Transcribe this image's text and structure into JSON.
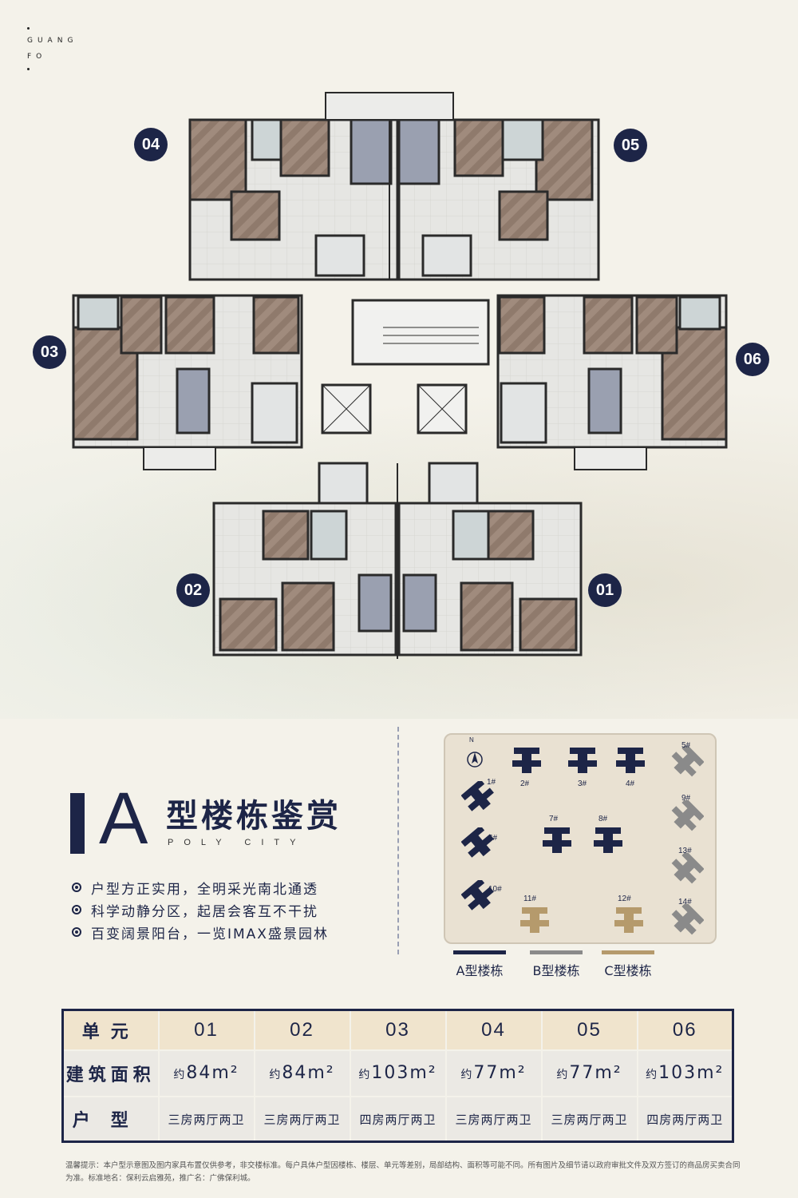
{
  "brand": {
    "line1": "GUANG",
    "line2": "FO"
  },
  "units": [
    "01",
    "02",
    "03",
    "04",
    "05",
    "06"
  ],
  "title": {
    "letter": "A",
    "main": "型楼栋鉴赏",
    "sub": "POLY CITY"
  },
  "features": [
    "户型方正实用，全明采光南北通透",
    "科学动静分区，起居会客互不干扰",
    "百变阔景阳台，一览IMAX盛景园林"
  ],
  "sitemap": {
    "north": "N",
    "buildings": [
      {
        "label": "1#",
        "type": "A"
      },
      {
        "label": "2#",
        "type": "A"
      },
      {
        "label": "3#",
        "type": "A"
      },
      {
        "label": "4#",
        "type": "A"
      },
      {
        "label": "5#",
        "type": "B"
      },
      {
        "label": "6#",
        "type": "A"
      },
      {
        "label": "7#",
        "type": "A"
      },
      {
        "label": "8#",
        "type": "A"
      },
      {
        "label": "9#",
        "type": "B"
      },
      {
        "label": "10#",
        "type": "A"
      },
      {
        "label": "11#",
        "type": "C"
      },
      {
        "label": "12#",
        "type": "C"
      },
      {
        "label": "13#",
        "type": "B"
      },
      {
        "label": "14#",
        "type": "B"
      }
    ]
  },
  "legend": [
    {
      "label": "A型楼栋",
      "color": "#1d2547"
    },
    {
      "label": "B型楼栋",
      "color": "#8a8a8a"
    },
    {
      "label": "C型楼栋",
      "color": "#b59a6c"
    }
  ],
  "table": {
    "row_unit": "单元",
    "row_area": "建筑面积",
    "row_type": "户型",
    "approx": "约",
    "columns": [
      {
        "unit": "01",
        "area": "84m²",
        "type": "三房两厅两卫"
      },
      {
        "unit": "02",
        "area": "84m²",
        "type": "三房两厅两卫"
      },
      {
        "unit": "03",
        "area": "103m²",
        "type": "四房两厅两卫"
      },
      {
        "unit": "04",
        "area": "77m²",
        "type": "三房两厅两卫"
      },
      {
        "unit": "05",
        "area": "77m²",
        "type": "三房两厅两卫"
      },
      {
        "unit": "06",
        "area": "103m²",
        "type": "四房两厅两卫"
      }
    ]
  },
  "disclaimer": "温馨提示：本户型示意图及图内家具布置仅供参考，非交楼标准。每户具体户型因楼栋、楼层、单元等差别，局部结构、面积等可能不同。所有图片及细节请以政府审批文件及双方签订的商品房买卖合同为准。标准地名：保利云启雅苑，推广名：广佛保利城。",
  "colors": {
    "navy": "#1d2547",
    "sand": "#f0e4cd",
    "grey": "#8a8a8a",
    "gold": "#b59a6c"
  }
}
